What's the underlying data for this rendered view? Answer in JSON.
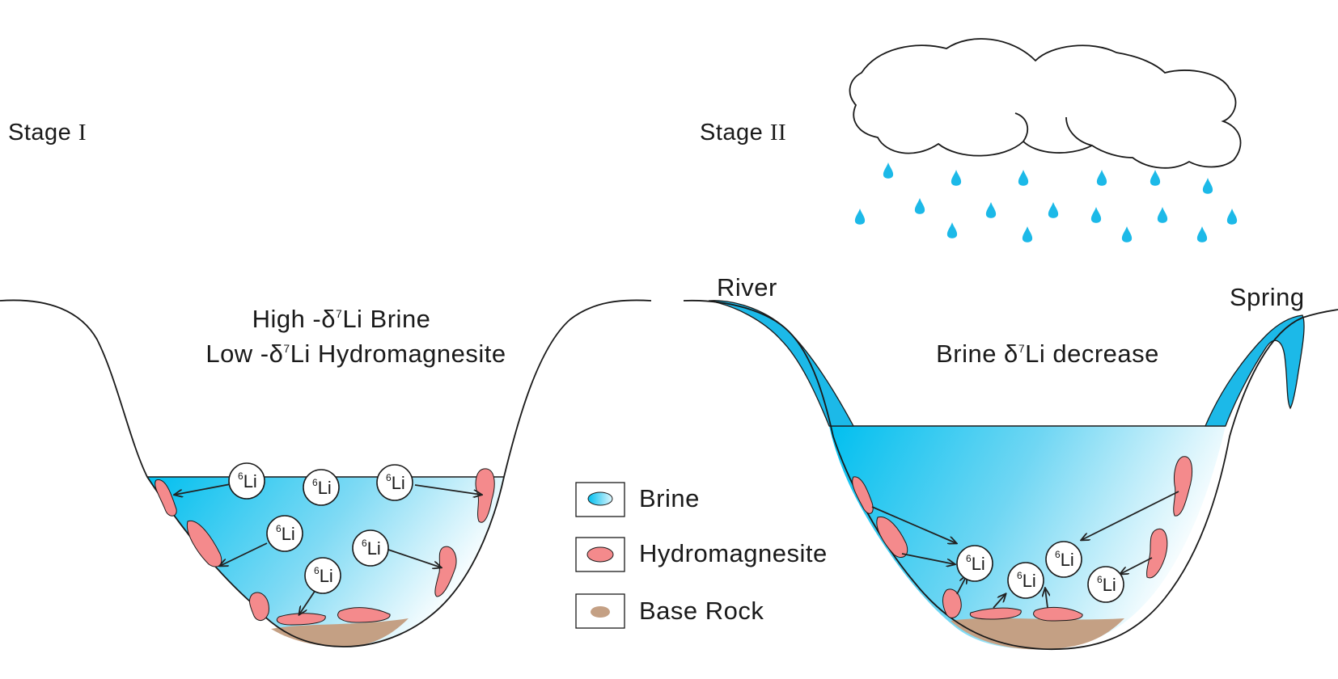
{
  "stage1": {
    "title": "Stage",
    "numeral": "I",
    "line1_prefix": "High -δ",
    "line1_sup": "7",
    "line1_suffix": "Li Brine",
    "line2_prefix": "Low -δ",
    "line2_sup": "7",
    "line2_suffix": "Li Hydromagnesite"
  },
  "stage2": {
    "title": "Stage",
    "numeral": "II",
    "river": "River",
    "spring": "Spring",
    "line_prefix": "Brine δ",
    "line_sup": "7",
    "line_suffix": "Li decrease"
  },
  "isotope": {
    "mass": "6",
    "symbol": "Li"
  },
  "legend": {
    "brine": "Brine",
    "hydromagnesite": "Hydromagnesite",
    "base_rock": "Base  Rock"
  },
  "colors": {
    "brine_deep": "#00bfef",
    "brine_light": "#ffffff",
    "hydromagnesite": "#f48a8c",
    "base_rock": "#c4a084",
    "rain": "#1cb9e8"
  }
}
